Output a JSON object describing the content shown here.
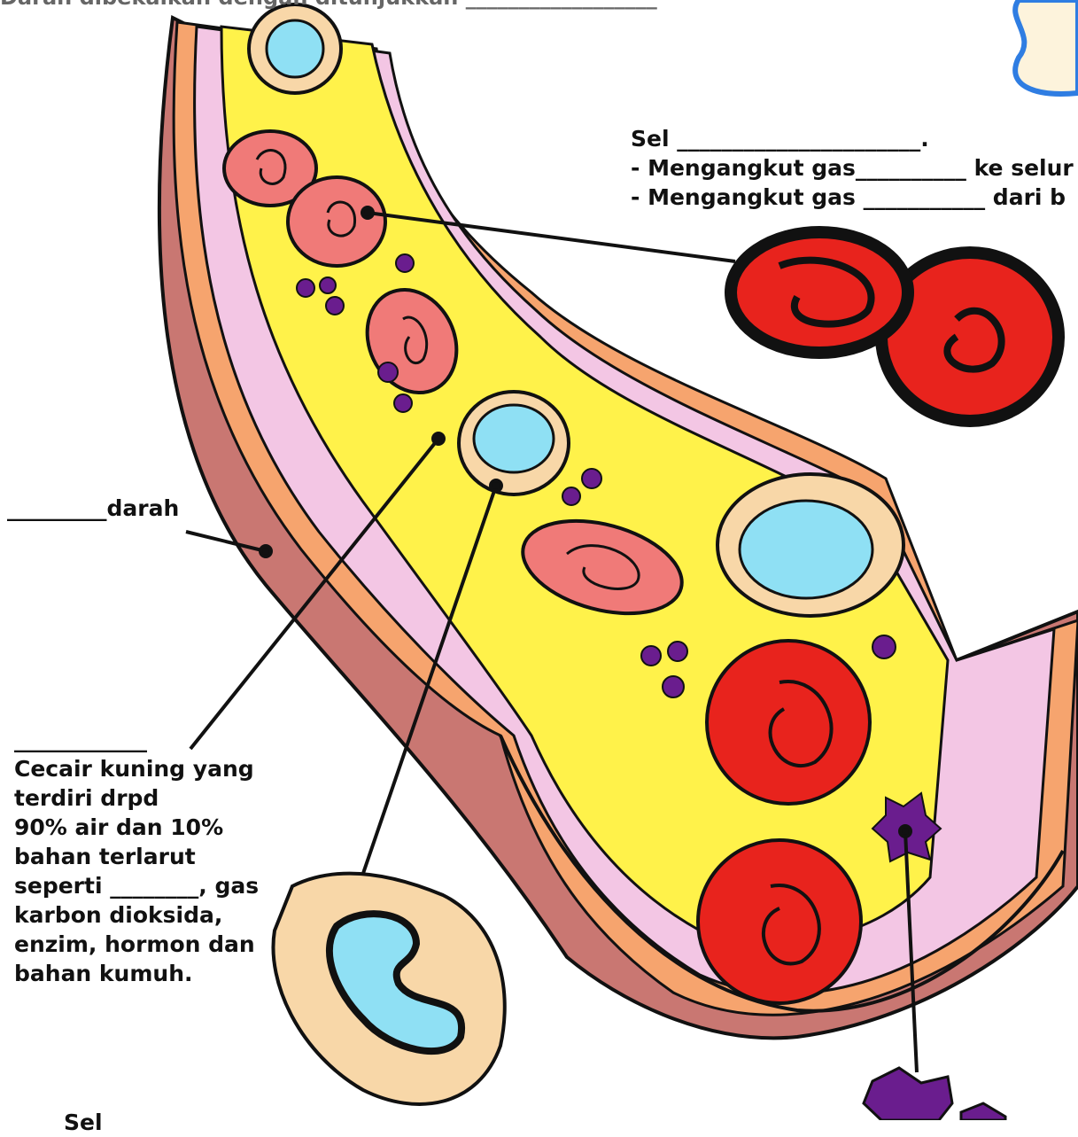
{
  "top_text": "Darah dibekalkan dengan ditunjukkan __________________",
  "red_cell_label": {
    "title": "Sel ______________________.",
    "line1": "- Mengangkut gas__________ ke selur",
    "line2": "- Mengangkut gas ___________ dari b"
  },
  "vessel_label": "_________darah",
  "plasma_label": {
    "blank": "____________",
    "lines": [
      "Cecair kuning yang",
      "terdiri drpd",
      "90% air dan 10%",
      "bahan terlarut",
      "seperti ________, gas",
      "karbon dioksida,",
      "enzim, hormon dan",
      "bahan kumuh."
    ]
  },
  "bottom_text": "Sel",
  "colors": {
    "plasma": "#fff24a",
    "vessel_outer": "#c97772",
    "wall_orange": "#f6a46e",
    "wall_pink": "#f3c6e4",
    "red_cell": "#f07a78",
    "red_cell_big": "#e8231d",
    "white_cell_body": "#f8d7a8",
    "nucleus": "#8fe0f4",
    "platelet": "#6a1d8e",
    "blue_blob": "#2f7de2"
  }
}
